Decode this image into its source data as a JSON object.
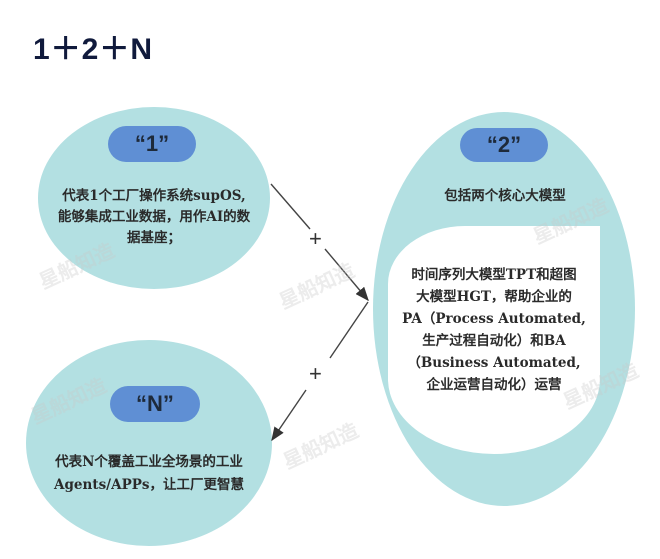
{
  "title": "1＋2＋N",
  "nodes": {
    "one": {
      "label": "“1”",
      "text": "代表1个工厂操作系统supOS，能够集成工业数据，用作AI的数据基座；",
      "lines": [
        "代表1个工厂操作系统supOS,",
        "能够集成工业数据，用作AI的数",
        "据基座；"
      ]
    },
    "two": {
      "label": "“2”",
      "subtitle": "包括两个核心大模型",
      "lines": [
        "时间序列大模型TPT和超图",
        "大模型HGT，帮助企业的",
        "PA（Process Automated,",
        "生产过程自动化）和BA",
        "（Business Automated,",
        "企业运营自动化）运营"
      ]
    },
    "n": {
      "label": "“N”",
      "lines": [
        "代表N个覆盖工业全场景的工业",
        "Agents/APPs，让工厂更智慧"
      ]
    }
  },
  "connectors": {
    "plus_top": "+",
    "plus_bottom": "+"
  },
  "watermark": "星船知造",
  "colors": {
    "ellipse": "#b3e0e2",
    "pill": "#5f8fd4",
    "title": "#101a3c"
  }
}
